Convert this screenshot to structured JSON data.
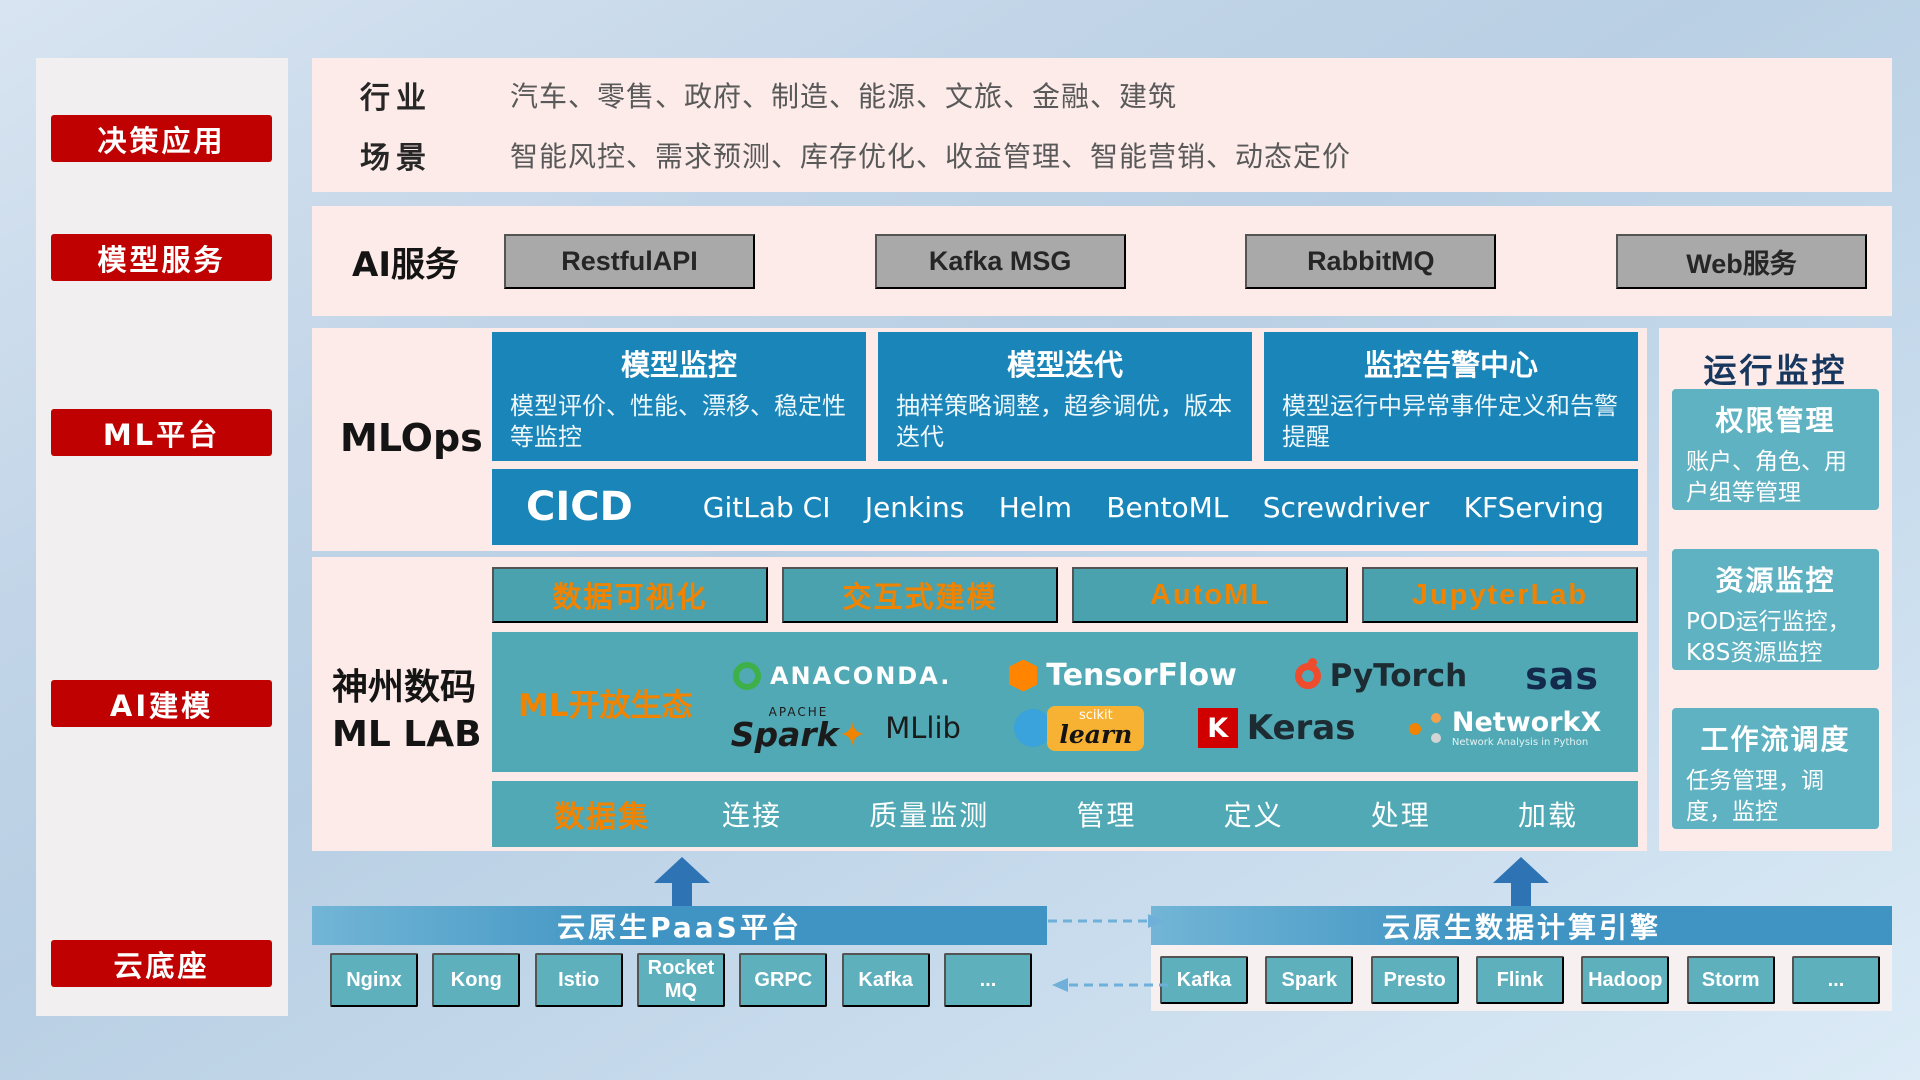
{
  "colors": {
    "accent_red": "#c00101",
    "panel_pink": "#fcebe8",
    "card_blue": "#1a85b8",
    "teal": "#50a9b5",
    "teal_light": "#5fb2c2",
    "orange": "#f08300",
    "chip_gray": "#a9a9a9",
    "bar_blue": "#3f94c3",
    "navy_text": "#17375e"
  },
  "sidebar": {
    "items": [
      "决策应用",
      "模型服务",
      "ML平台",
      "AI建模",
      "云底座"
    ]
  },
  "industry": {
    "rows": [
      {
        "label": "行业",
        "text": "汽车、零售、政府、制造、能源、文旅、金融、建筑"
      },
      {
        "label": "场景",
        "text": "智能风控、需求预测、库存优化、收益管理、智能营销、动态定价"
      }
    ]
  },
  "service": {
    "label": "AI服务",
    "buttons": [
      "RestfulAPI",
      "Kafka MSG",
      "RabbitMQ",
      "Web服务"
    ]
  },
  "mlops": {
    "label": "MLOps",
    "cards": [
      {
        "title": "模型监控",
        "desc": "模型评价、性能、漂移、稳定性等监控"
      },
      {
        "title": "模型迭代",
        "desc": "抽样策略调整，超参调优，版本迭代"
      },
      {
        "title": "监控告警中心",
        "desc": "模型运行中异常事件定义和告警提醒"
      }
    ],
    "cicd": {
      "label": "CICD",
      "items": [
        "GitLab CI",
        "Jenkins",
        "Helm",
        "BentoML",
        "Screwdriver",
        "KFServing"
      ]
    }
  },
  "mllab": {
    "label_line1": "神州数码",
    "label_line2": "ML LAB",
    "tools": [
      "数据可视化",
      "交互式建模",
      "AutoML",
      "JupyterLab"
    ],
    "eco": {
      "label": "ML开放生态",
      "anaconda": "ANACONDA.",
      "tensorflow": "TensorFlow",
      "pytorch": "PyTorch",
      "sas": "sas",
      "spark_apache": "APACHE",
      "spark": "Spark",
      "spark_star": "✦",
      "mllib": "MLlib",
      "scikit_small": "scikit",
      "scikit": "learn",
      "keras_letter": "K",
      "keras": "Keras",
      "networkx": "NetworkX",
      "networkx_sub": "Network Analysis in Python"
    },
    "dataset": {
      "label": "数据集",
      "items": [
        "连接",
        "质量监测",
        "管理",
        "定义",
        "处理",
        "加载"
      ]
    }
  },
  "monitor": {
    "title": "运行监控",
    "cards": [
      {
        "title": "权限管理",
        "desc": "账户、角色、用户组等管理"
      },
      {
        "title": "资源监控",
        "desc": "POD运行监控，K8S资源监控"
      },
      {
        "title": "工作流调度",
        "desc": "任务管理，调度，监控"
      }
    ]
  },
  "bottom": {
    "paas": {
      "title": "云原生PaaS平台",
      "items": [
        "Nginx",
        "Kong",
        "Istio",
        "RocketMQ",
        "GRPC",
        "Kafka",
        "..."
      ]
    },
    "engine": {
      "title": "云原生数据计算引擎",
      "items": [
        "Kafka",
        "Spark",
        "Presto",
        "Flink",
        "Hadoop",
        "Storm",
        "..."
      ]
    }
  }
}
